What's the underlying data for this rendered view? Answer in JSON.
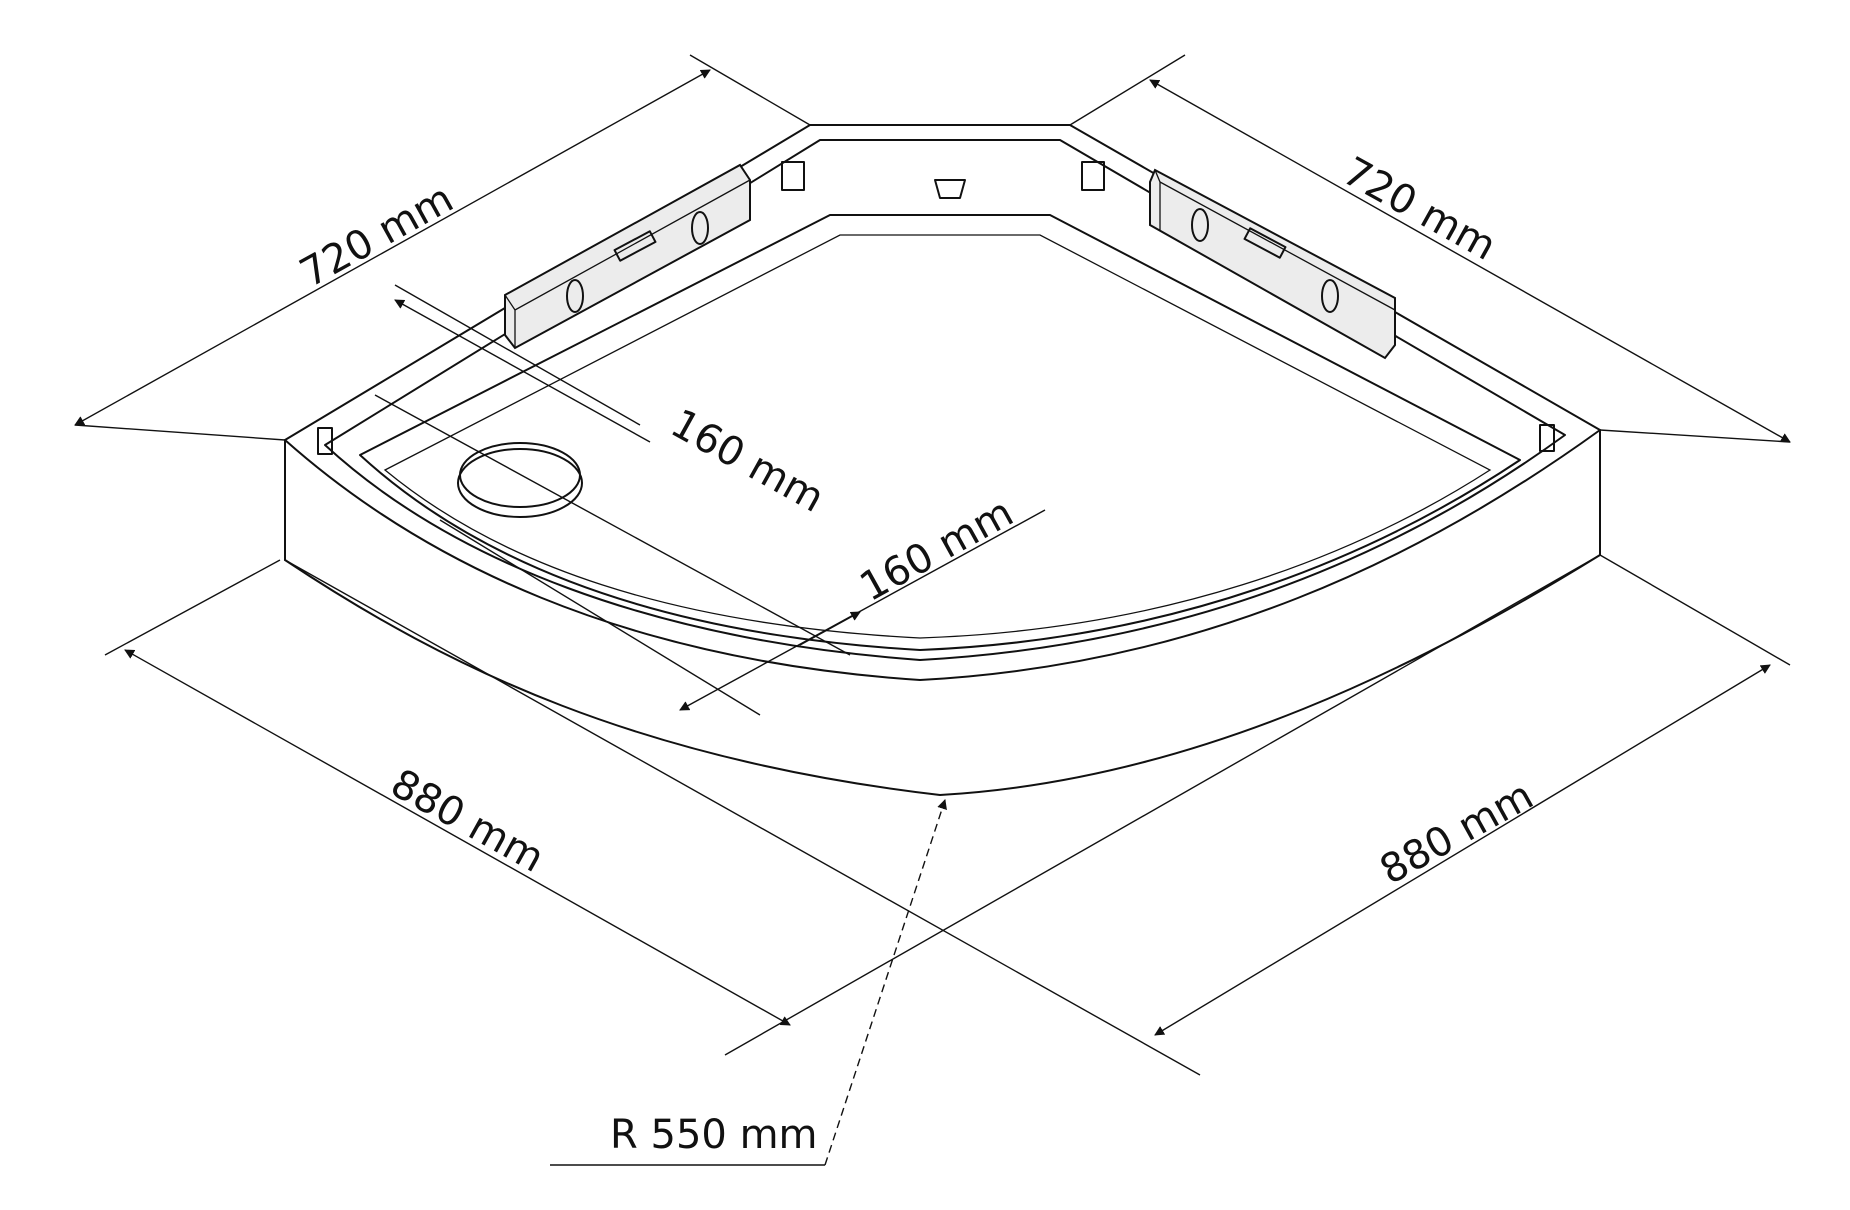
{
  "labels": {
    "top_left": "720 mm",
    "top_right": "720 mm",
    "drain_a": "160 mm",
    "drain_b": "160 mm",
    "bottom_left": "880 mm",
    "bottom_right": "880 mm",
    "radius": "R 550 mm"
  },
  "colors": {
    "line": "#111111",
    "level": "#ececec"
  }
}
